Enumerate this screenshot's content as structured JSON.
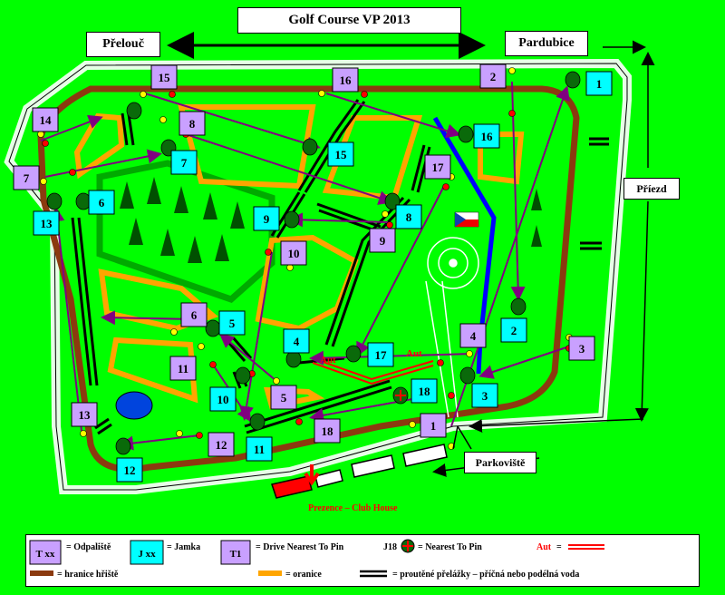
{
  "header": {
    "title": "Golf Course VP 2013",
    "left_town": "Přelouč",
    "right_town": "Pardubice"
  },
  "labels": {
    "driveway": "Příezd",
    "parking": "Parkoviště",
    "clubhouse": "Prezence – Club House",
    "aut_center": "Aut",
    "aut_right": "Aut"
  },
  "colors": {
    "background": "#00ff00",
    "tee": "#c9a0ff",
    "hole": "#00ffff",
    "boundary": "#8b3a0f",
    "rough": "#ffa500",
    "fairway": "#00aa00",
    "water": "#0000ff",
    "path": "#800080"
  },
  "tees": [
    {
      "label": "1"
    },
    {
      "label": "2"
    },
    {
      "label": "3"
    },
    {
      "label": "4"
    },
    {
      "label": "5"
    },
    {
      "label": "6"
    },
    {
      "label": "7"
    },
    {
      "label": "8"
    },
    {
      "label": "9"
    },
    {
      "label": "10"
    },
    {
      "label": "11"
    },
    {
      "label": "12"
    },
    {
      "label": "13"
    },
    {
      "label": "14"
    },
    {
      "label": "15"
    },
    {
      "label": "16"
    },
    {
      "label": "17"
    },
    {
      "label": "18"
    }
  ],
  "holes": [
    {
      "label": "1"
    },
    {
      "label": "2"
    },
    {
      "label": "3"
    },
    {
      "label": "4"
    },
    {
      "label": "5"
    },
    {
      "label": "6"
    },
    {
      "label": "7"
    },
    {
      "label": "8"
    },
    {
      "label": "9"
    },
    {
      "label": "10"
    },
    {
      "label": "11"
    },
    {
      "label": "12"
    },
    {
      "label": "13"
    },
    {
      "label": "15"
    },
    {
      "label": "16"
    },
    {
      "label": "17"
    },
    {
      "label": "18"
    }
  ],
  "legend": {
    "tee_sym": "T xx",
    "tee_text": "= Odpaliště",
    "hole_sym": "J xx",
    "hole_text": "= Jamka",
    "drive_sym": "T1",
    "drive_text": "= Drive  Nearest To Pin",
    "near_sym": "J18",
    "near_text": "= Nearest To Pin",
    "aut_sym": "Aut",
    "aut_eq": "=",
    "boundary_text": "=  hranice hřiště",
    "rough_text": "=  oranice",
    "water_text": "=  proutěné přelážky – příčná nebo podélná voda"
  }
}
